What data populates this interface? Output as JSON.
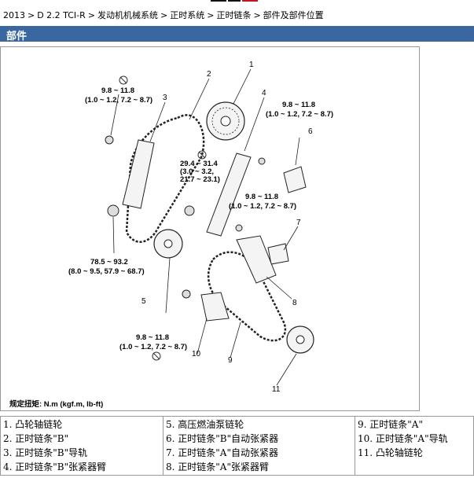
{
  "breadcrumb": [
    "2013",
    "D 2.2 TCI-R",
    "发动机机械系统",
    "正时系统",
    "正时链条",
    "部件及部件位置"
  ],
  "section_title": "部件",
  "figure": {
    "torque_1": "9.8 ~ 11.8",
    "torque_1b": "(1.0 ~ 1.2, 7.2 ~ 8.7)",
    "torque_2": "9.8 ~ 11.8",
    "torque_2b": "(1.0 ~ 1.2, 7.2 ~ 8.7)",
    "torque_3a": "29.4 ~ 31.4",
    "torque_3b": "(3.0 ~ 3.2,",
    "torque_3c": "21.7 ~ 23.1)",
    "torque_4": "9.8 ~ 11.8",
    "torque_4b": "(1.0 ~ 1.2, 7.2 ~ 8.7)",
    "torque_5": "78.5 ~ 93.2",
    "torque_5b": "(8.0 ~ 9.5, 57.9 ~ 68.7)",
    "torque_6": "9.8 ~ 11.8",
    "torque_6b": "(1.0 ~ 1.2, 7.2 ~ 8.7)",
    "callouts": [
      "1",
      "2",
      "3",
      "4",
      "5",
      "6",
      "7",
      "8",
      "9",
      "10",
      "11"
    ],
    "unit_note": "规定扭矩: N.m (kgf.m, lb-ft)"
  },
  "legend": [
    [
      "1. 凸轮轴链轮",
      "2. 正时链条\"B\"",
      "3. 正时链条\"B\"导轨",
      "4. 正时链条\"B\"张紧器臂"
    ],
    [
      "5. 高压燃油泵链轮",
      "6. 正时链条\"B\"自动张紧器",
      "7. 正时链条\"A\"自动张紧器",
      "8. 正时链条\"A\"张紧器臂"
    ],
    [
      "9. 正时链条\"A\"",
      "10. 正时链条\"A\"导轨",
      "11. 凸轮轴链轮"
    ]
  ]
}
